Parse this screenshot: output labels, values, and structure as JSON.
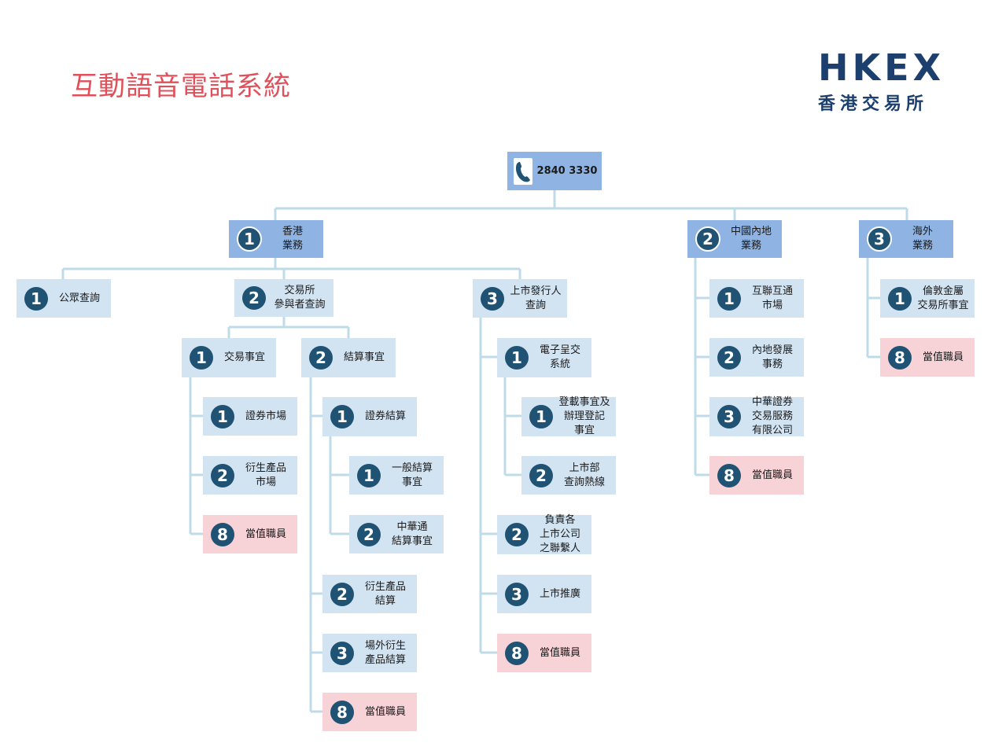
{
  "title": "互動語音電話系統",
  "logo": {
    "main": "HKEX",
    "sub": "香港交易所"
  },
  "phone": "2840 3330",
  "colors": {
    "line": "#bfdbe8",
    "level1": "#8fb3e2",
    "node": "#d2e3f2",
    "duty": "#f7d3d8",
    "badge": "#1f5273",
    "title": "#e0505a",
    "brand": "#1c3f6e"
  },
  "nodes": {
    "hk": {
      "num": "1",
      "label": "香港\n業務"
    },
    "mainland": {
      "num": "2",
      "label": "中國內地\n業務"
    },
    "overseas": {
      "num": "3",
      "label": "海外\n業務"
    },
    "public": {
      "num": "1",
      "label": "公眾查詢"
    },
    "participant": {
      "num": "2",
      "label": "交易所\n參與者查詢"
    },
    "issuer": {
      "num": "3",
      "label": "上市發行人\n查詢"
    },
    "trading": {
      "num": "1",
      "label": "交易事宜"
    },
    "clearing": {
      "num": "2",
      "label": "結算事宜"
    },
    "sec_market": {
      "num": "1",
      "label": "證券市場"
    },
    "deriv_market": {
      "num": "2",
      "label": "衍生產品\n市場"
    },
    "trading_duty": {
      "num": "8",
      "label": "當值職員"
    },
    "sec_clearing": {
      "num": "1",
      "label": "證券結算"
    },
    "general_clearing": {
      "num": "1",
      "label": "一般結算\n事宜"
    },
    "chinaclear": {
      "num": "2",
      "label": "中華通\n結算事宜"
    },
    "deriv_clearing": {
      "num": "2",
      "label": "衍生產品\n結算"
    },
    "otc_clearing": {
      "num": "3",
      "label": "場外衍生\n產品結算"
    },
    "clearing_duty": {
      "num": "8",
      "label": "當值職員"
    },
    "esubmit": {
      "num": "1",
      "label": "電子呈交\n系統"
    },
    "registration": {
      "num": "1",
      "label": "登載事宜及\n辦理登記\n事宜"
    },
    "listing_hotline": {
      "num": "2",
      "label": "上市部\n查詢熱線"
    },
    "liaison": {
      "num": "2",
      "label": "負責各\n上市公司\n之聯繫人"
    },
    "listing_promo": {
      "num": "3",
      "label": "上市推廣"
    },
    "issuer_duty": {
      "num": "8",
      "label": "當值職員"
    },
    "connect": {
      "num": "1",
      "label": "互聯互通\n市場"
    },
    "mainland_dev": {
      "num": "2",
      "label": "內地發展\n事務"
    },
    "cses": {
      "num": "3",
      "label": "中華證券\n交易服務\n有限公司"
    },
    "mainland_duty": {
      "num": "8",
      "label": "當值職員"
    },
    "lme": {
      "num": "1",
      "label": "倫敦金屬\n交易所事宜"
    },
    "overseas_duty": {
      "num": "8",
      "label": "當值職員"
    }
  }
}
